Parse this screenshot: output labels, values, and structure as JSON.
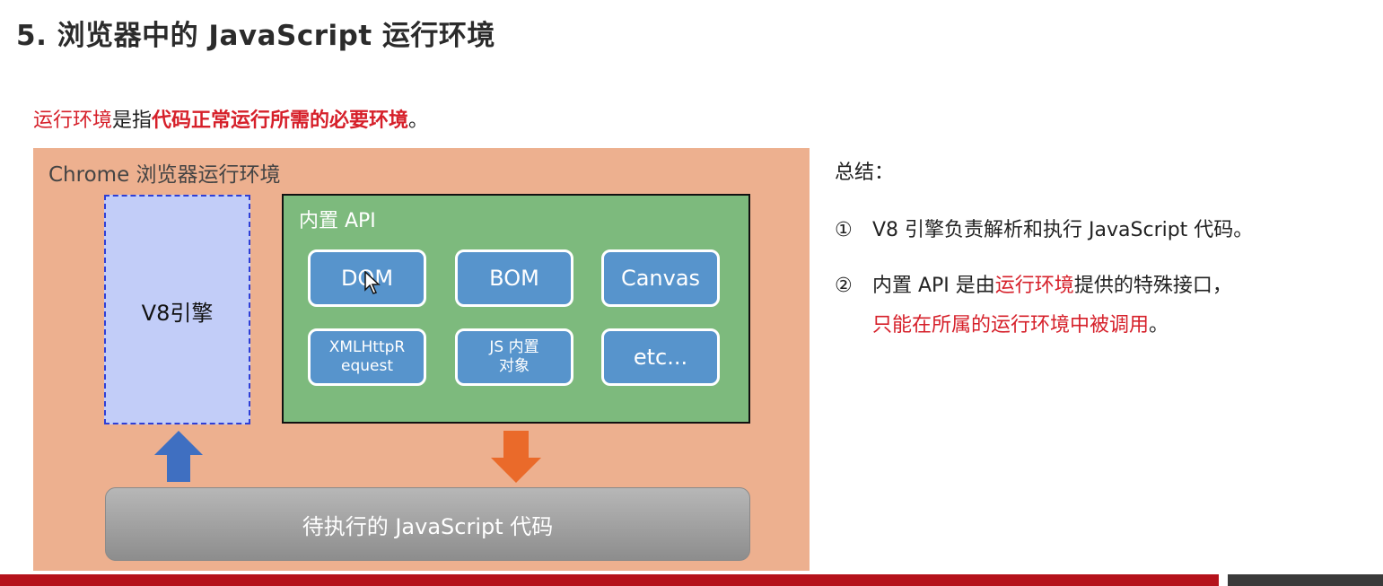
{
  "title": "5. 浏览器中的 JavaScript 运行环境",
  "intro": {
    "term": "运行环境",
    "mid": "是指",
    "definition": "代码正常运行所需的必要环境",
    "end": "。"
  },
  "diagram": {
    "env_title": "Chrome 浏览器运行环境",
    "engine_label": "V8引擎",
    "api_title": "内置 API",
    "api_items": [
      {
        "label": "DOM"
      },
      {
        "label": "BOM"
      },
      {
        "label": "Canvas"
      },
      {
        "label": "XMLHttpR\nequest"
      },
      {
        "label": "JS 内置\n对象"
      },
      {
        "label": "etc..."
      }
    ],
    "code_label": "待执行的 JavaScript 代码",
    "colors": {
      "env_bg": "#edb08f",
      "engine_bg": "#c2cdf8",
      "api_bg": "#7dba7d",
      "api_item_bg": "#5794cc",
      "arrow_up": "#3f6fc1",
      "arrow_down": "#ea6a2a"
    }
  },
  "summary": {
    "title": "总结：",
    "items": [
      {
        "num": "①",
        "text": "V8 引擎负责解析和执行 JavaScript 代码。"
      },
      {
        "num": "②",
        "text_a": "内置 API 是由",
        "highlight": "运行环境",
        "text_b": "提供的特殊接口，"
      },
      {
        "text_c": "只能在所属的运行环境中被调用",
        "end": "。"
      }
    ]
  },
  "accent": "#b5121b"
}
